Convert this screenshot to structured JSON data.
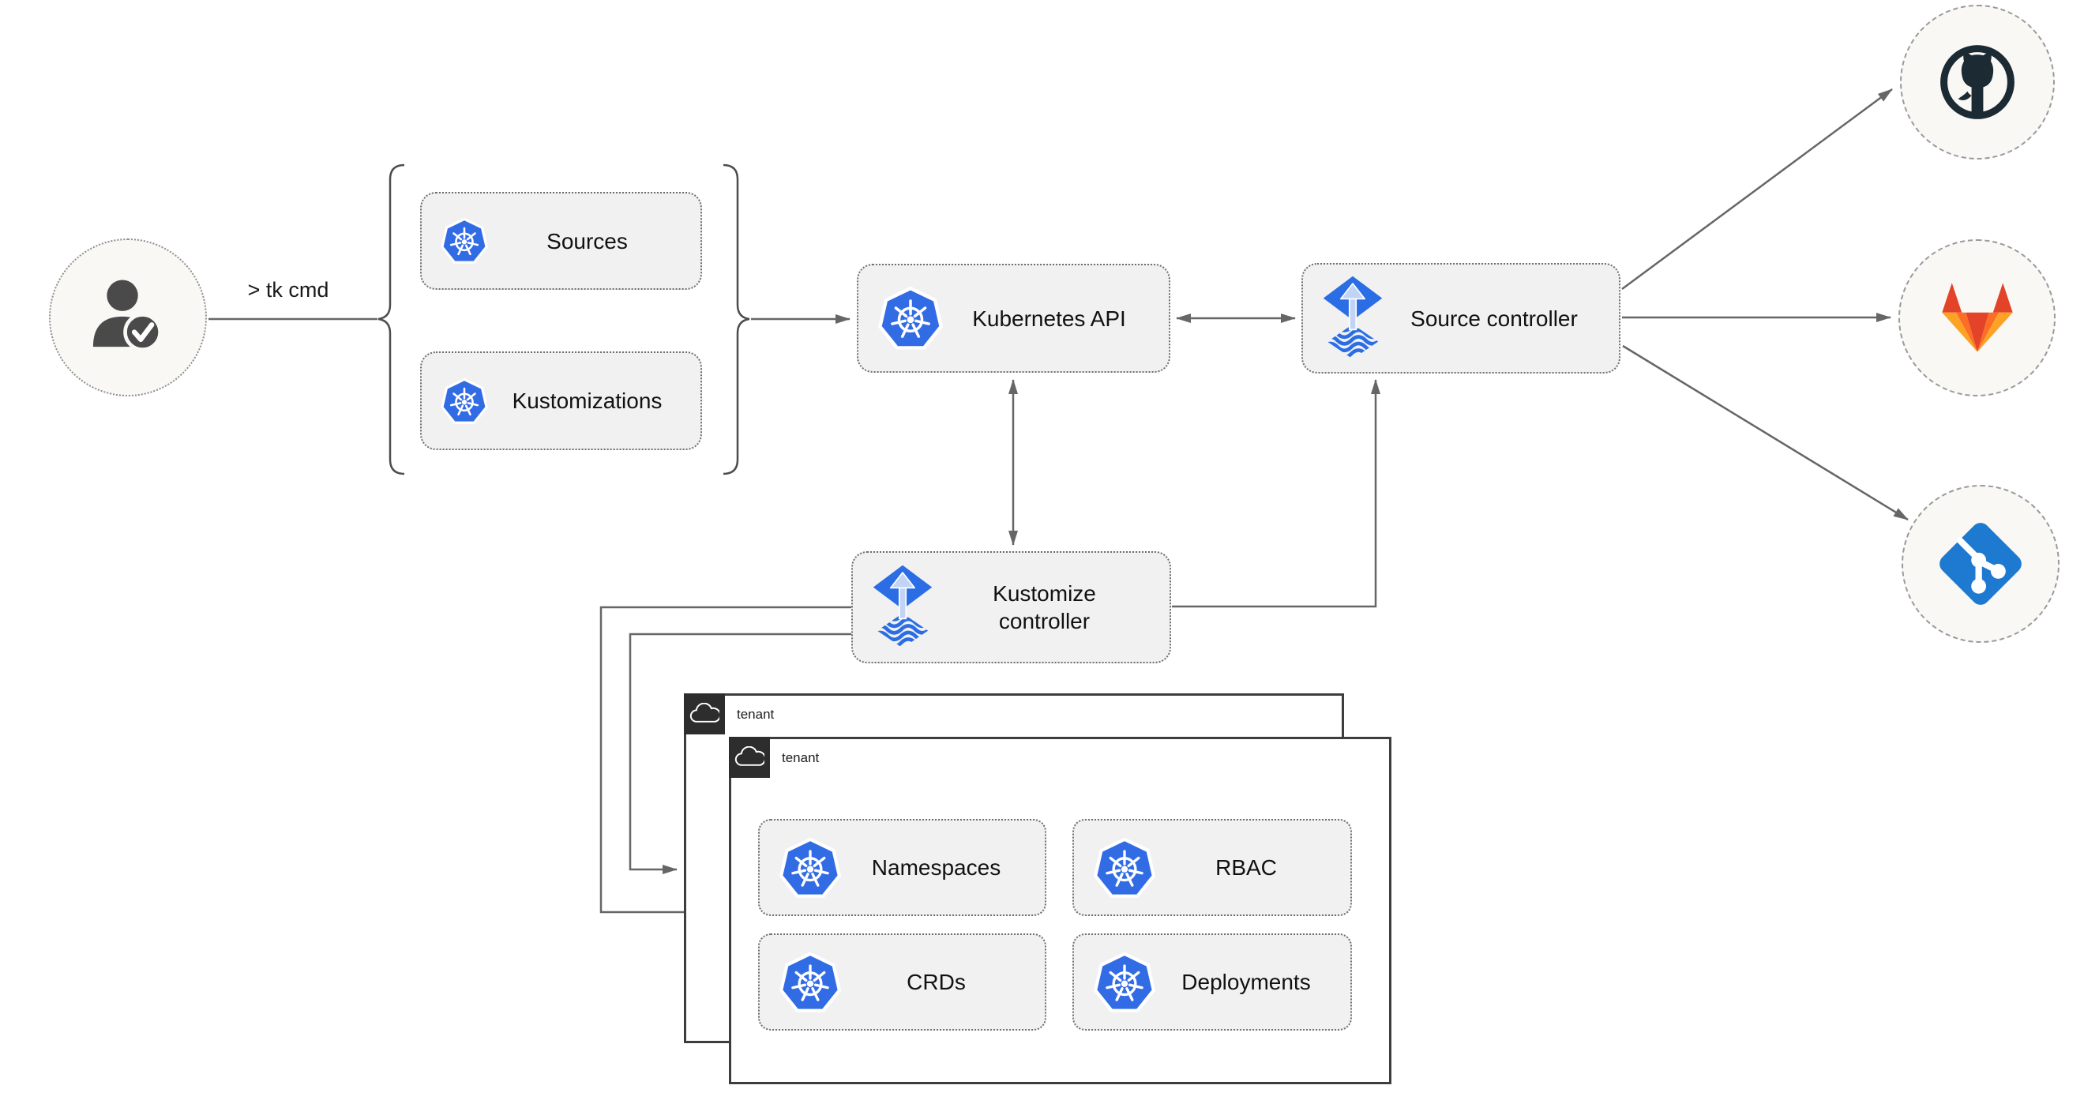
{
  "colors": {
    "kubernetes_blue": "#326ce5",
    "flux_blue": "#2b6de4",
    "flux_arrow_light": "#c1d4f6",
    "connector_gray": "#666666",
    "node_fill": "#f1f1f1",
    "node_border": "#6e6e6e",
    "tenant_border": "#3d3d3d",
    "tenant_header_bg": "#2d2d2d",
    "provider_circle_fill": "#faf8f5",
    "github_dark": "#1b2a33",
    "gitlab_red": "#e24329",
    "gitlab_orange": "#fc6d26",
    "gitlab_yellow": "#fca326",
    "git_blue": "#1e79d0",
    "text": "#111111"
  },
  "user": {
    "command_label": "> tk cmd"
  },
  "resources": {
    "sources": {
      "label": "Sources"
    },
    "kustomizations": {
      "label": "Kustomizations"
    }
  },
  "nodes": {
    "kubernetes_api": {
      "label": "Kubernetes API"
    },
    "source_controller": {
      "label": "Source controller"
    },
    "kustomize_controller": {
      "label": "Kustomize controller"
    }
  },
  "tenants": {
    "back": {
      "label": "tenant"
    },
    "front": {
      "label": "tenant",
      "resources": {
        "namespaces": {
          "label": "Namespaces"
        },
        "rbac": {
          "label": "RBAC"
        },
        "crds": {
          "label": "CRDs"
        },
        "deployments": {
          "label": "Deployments"
        }
      }
    }
  },
  "git_providers": {
    "github": {
      "icon": "github-icon"
    },
    "gitlab": {
      "icon": "gitlab-icon"
    },
    "git": {
      "icon": "git-icon"
    }
  }
}
